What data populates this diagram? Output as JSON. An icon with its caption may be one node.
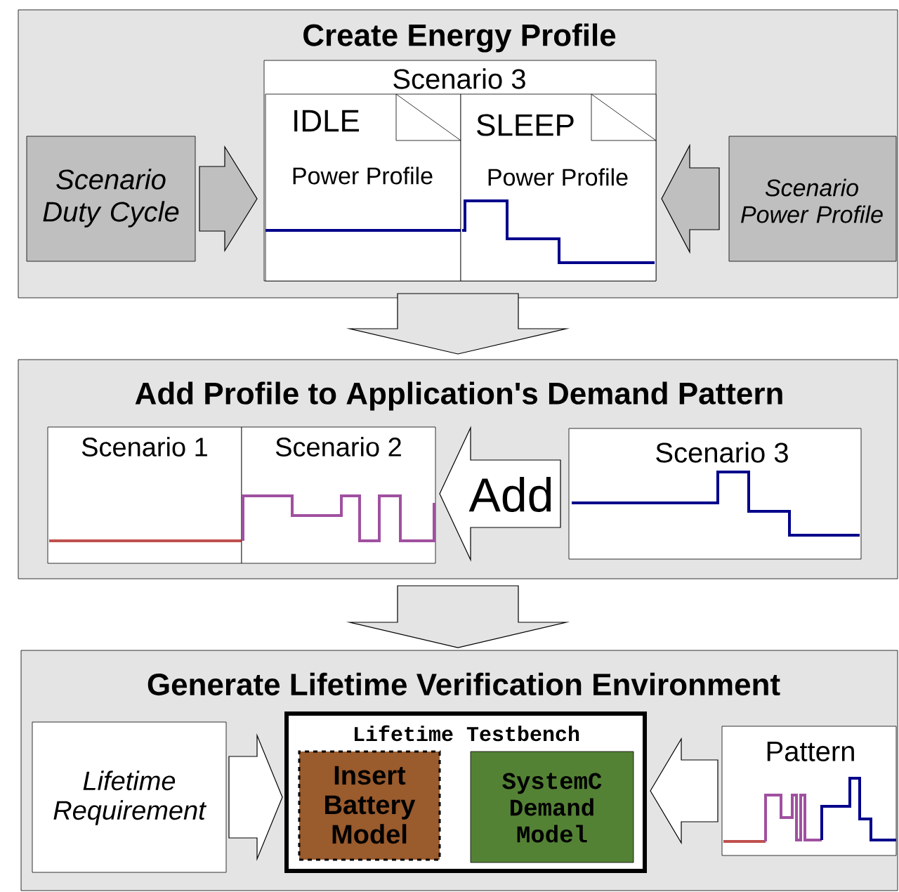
{
  "diagram": {
    "nodes": [
      {
        "text": [
          "Create Energy Profile"
        ]
      },
      {
        "text": [
          "Scenario Duty Cycle"
        ],
        "in": 0
      },
      {
        "text": [
          "Scenario 3"
        ],
        "in": 0
      },
      {
        "text": [
          "IDLE",
          "Power Profile"
        ],
        "in": 2
      },
      {
        "text": [
          "SLEEP",
          "Power Profile"
        ],
        "in": 2
      },
      {
        "text": [
          "Scenario Power Profile"
        ],
        "in": 0
      },
      {
        "text": [
          "Add Profile to Application's Demand Pattern"
        ]
      },
      {
        "text": [
          "Scenario 1"
        ],
        "in": 6
      },
      {
        "text": [
          "Scenario 2"
        ],
        "in": 6
      },
      {
        "text": [
          "Scenario 3"
        ],
        "in": 6
      },
      {
        "text": [
          "Generate Lifetime Verification Environment"
        ]
      },
      {
        "text": [
          "Lifetime Requirement"
        ],
        "in": 10
      },
      {
        "text": [
          "Lifetime Testbench"
        ],
        "in": 10
      },
      {
        "text": [
          "Insert Battery Model"
        ],
        "in": 12
      },
      {
        "text": [
          "SystemC Demand Model"
        ],
        "in": 12
      },
      {
        "text": [
          "Pattern"
        ],
        "in": 10
      }
    ],
    "edges": [
      {
        "from": 1,
        "to": 2,
        "arrow": "to"
      },
      {
        "from": 5,
        "to": 2,
        "arrow": "to"
      },
      {
        "from": 9,
        "to": 8,
        "arrow": "to",
        "label": "Add"
      },
      {
        "from": 0,
        "to": 6,
        "arrow": "to"
      },
      {
        "from": 6,
        "to": 10,
        "arrow": "to"
      },
      {
        "from": 11,
        "to": 12,
        "arrow": "to"
      },
      {
        "from": 15,
        "to": 12,
        "arrow": "to"
      }
    ]
  }
}
